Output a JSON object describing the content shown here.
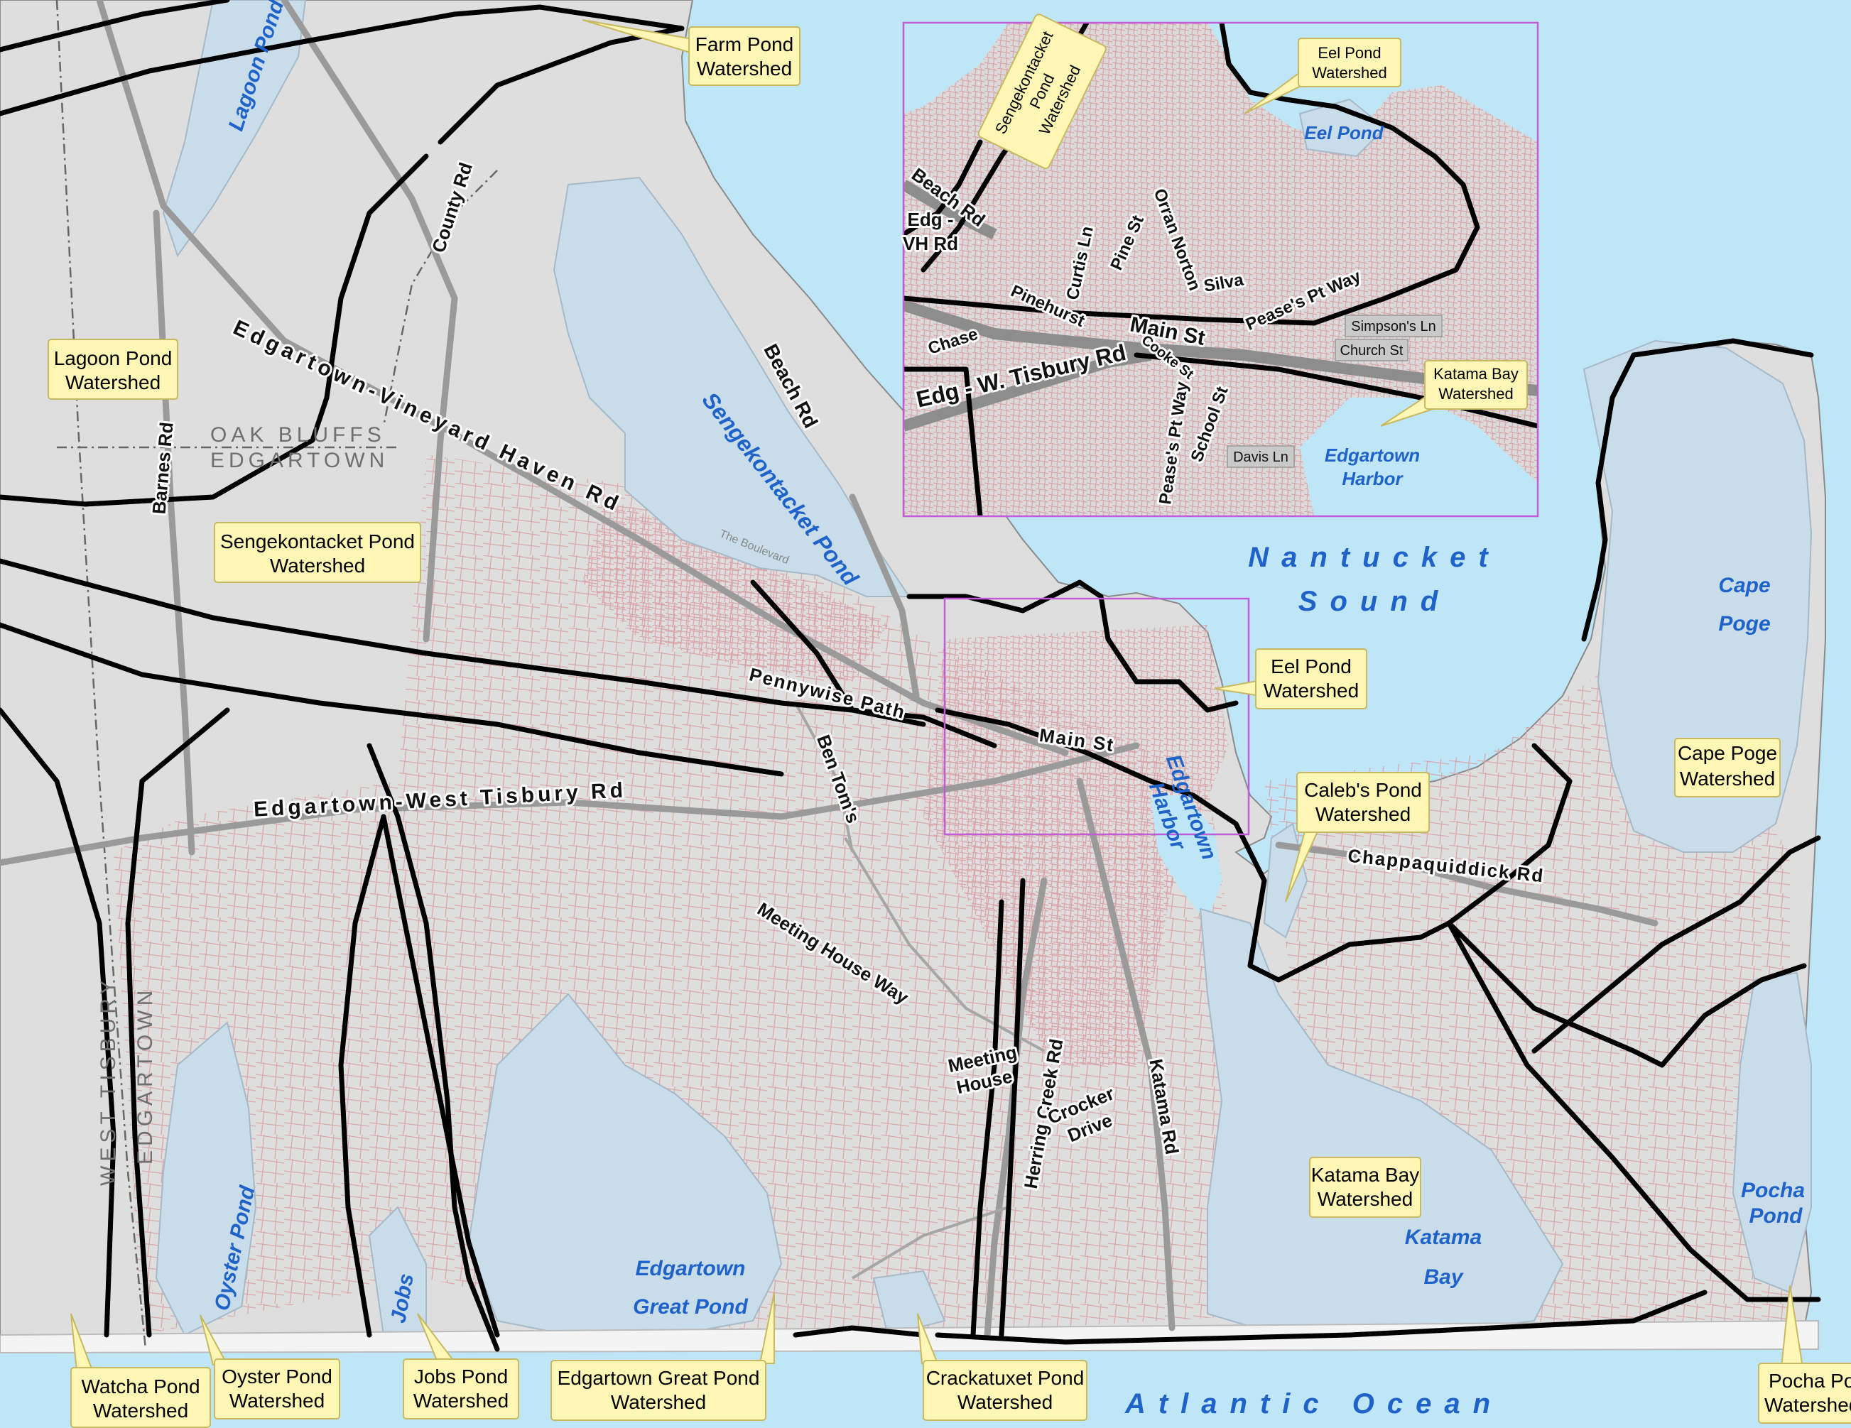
{
  "map": {
    "watershed_labels": [
      {
        "id": "farm-pond",
        "lines": [
          "Farm Pond",
          "Watershed"
        ]
      },
      {
        "id": "lagoon-pond",
        "lines": [
          "Lagoon Pond",
          "Watershed"
        ]
      },
      {
        "id": "sengekontacket",
        "lines": [
          "Sengekontacket Pond",
          "Watershed"
        ]
      },
      {
        "id": "eel-pond",
        "lines": [
          "Eel Pond",
          "Watershed"
        ]
      },
      {
        "id": "calebs-pond",
        "lines": [
          "Caleb's Pond",
          "Watershed"
        ]
      },
      {
        "id": "cape-poge",
        "lines": [
          "Cape Poge",
          "Watershed"
        ]
      },
      {
        "id": "katama-bay",
        "lines": [
          "Katama Bay",
          "Watershed"
        ]
      },
      {
        "id": "watcha-pond",
        "lines": [
          "Watcha Pond",
          "Watershed"
        ]
      },
      {
        "id": "oyster-pond",
        "lines": [
          "Oyster Pond",
          "Watershed"
        ]
      },
      {
        "id": "jobs-pond",
        "lines": [
          "Jobs Pond",
          "Watershed"
        ]
      },
      {
        "id": "edgartown-great-pond",
        "lines": [
          "Edgartown Great Pond",
          "Watershed"
        ]
      },
      {
        "id": "crackatuxet-pond",
        "lines": [
          "Crackatuxet Pond",
          "Watershed"
        ]
      },
      {
        "id": "pocha-pond",
        "lines": [
          "Pocha Pond",
          "Watershed"
        ]
      }
    ],
    "water_labels": {
      "lagoon_pond": "Lagoon Pond",
      "sengekontacket_pond": "Sengekontacket Pond",
      "nantucket_sound": [
        "Nantucket",
        "Sound"
      ],
      "cape_poge": [
        "Cape",
        "Poge"
      ],
      "edgartown_harbor": [
        "Edgartown",
        "Harbor"
      ],
      "katama_bay": [
        "Katama",
        "Bay"
      ],
      "pocha_pond": [
        "Pocha",
        "Pond"
      ],
      "edgartown_great_pond": [
        "Edgartown",
        "Great Pond"
      ],
      "oyster_pond": "Oyster Pond",
      "jobs": "Jobs",
      "atlantic_ocean": "Atlantic Ocean"
    },
    "road_labels": {
      "county_rd": "County Rd",
      "beach_rd": "Beach Rd",
      "ev_haven_rd": "Edgartown-Vineyard Haven Rd",
      "barnes_rd": "Barnes Rd",
      "ewt_rd": "Edgartown-West Tisbury Rd",
      "pennywise": "Pennywise Path",
      "main_st": "Main St",
      "ben_toms": "Ben Tom's",
      "meeting_house_way": "Meeting House Way",
      "meeting_house": [
        "Meeting",
        "House"
      ],
      "herring_creek": "Herring Creek Rd",
      "crocker": [
        "Crocker",
        "Drive"
      ],
      "katama_rd": "Katama Rd",
      "chappaquiddick": "Chappaquiddick Rd",
      "the_boulevard": "The Boulevard"
    },
    "town_labels": {
      "oak_bluffs": "OAK BLUFFS",
      "edgartown_n": "EDGARTOWN",
      "west_tisbury": "WEST TISBURY",
      "edgartown_w": "EDGARTOWN"
    }
  },
  "inset": {
    "watershed_labels": [
      {
        "id": "inset-eel-pond",
        "lines": [
          "Eel Pond",
          "Watershed"
        ]
      },
      {
        "id": "inset-katama-bay",
        "lines": [
          "Katama Bay",
          "Watershed"
        ]
      },
      {
        "id": "inset-sengekontacket",
        "lines": [
          "Sengekontacket",
          "Pond",
          "Watershed"
        ]
      }
    ],
    "water_labels": {
      "eel_pond": "Eel Pond",
      "edgartown_harbor": [
        "Edgartown",
        "Harbor"
      ]
    },
    "road_labels": {
      "beach_rd": "Beach Rd",
      "edg_vh_rd": [
        "Edg -",
        "VH Rd"
      ],
      "curtis": "Curtis Ln",
      "pine": "Pine St",
      "orran_norton": "Orran Norton",
      "silva": "Silva",
      "peases_pt_way": "Pease's Pt Way",
      "peases_pt_way2": "Pease's Pt Way",
      "main_st": "Main St",
      "chase": "Chase",
      "pinehurst": "Pinehurst",
      "cooke": "Cooke St",
      "edg_wt_rd": "Edg - W. Tisbury Rd",
      "school": "School St"
    },
    "grey_tags": {
      "simpsons": "Simpson's Ln",
      "church": "Church St",
      "davis": "Davis Ln"
    }
  }
}
